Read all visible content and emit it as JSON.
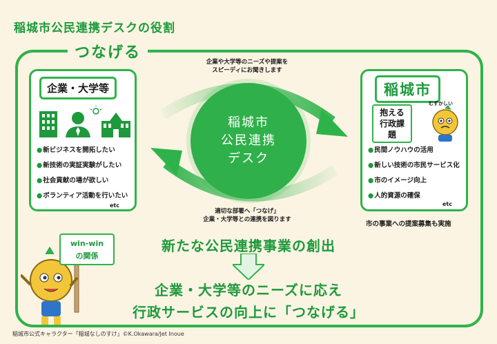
{
  "title": "稲城市公民連携デスクの役割",
  "frame_label": "つなげる",
  "left_panel": {
    "heading": "企業・大学等",
    "items": [
      "新ビジネスを開拓したい",
      "新技術の実証実験がしたい",
      "社会貢献の場が欲しい",
      "ボランティア活動を行いたい"
    ],
    "etc": "etc"
  },
  "right_panel": {
    "heading": "稲城市",
    "issues_label": [
      "抱える",
      "行政課題"
    ],
    "character_caption": "むずかしい",
    "items": [
      "民間ノウハウの活用",
      "新しい技術の市民サービス化",
      "市のイメージ向上",
      "人的資源の確保"
    ],
    "etc": "etc"
  },
  "center": {
    "lines": [
      "稲城市",
      "公民連携",
      "デスク"
    ],
    "top_note": [
      "企業や大学等のニーズや提案を",
      "スピーディにお聞きします"
    ],
    "bottom_note": [
      "適切な部署へ「つなげ」",
      "企業・大学等との連携を図ります"
    ]
  },
  "proposal_note": "市の事業への提案募集も実施",
  "headline": "新たな公民連携事業の創出",
  "result": [
    "企業・大学等のニーズに応え",
    "行政サービスの向上に「つなげる」"
  ],
  "sign": [
    "win-win",
    "の関係"
  ],
  "credit": "稲城市公式キャラクター「稲城なしのすけ」©K.Okawara/Jet Inoue",
  "colors": {
    "accent": "#2eb34a",
    "dark_accent": "#1e9a3c",
    "background": "#fbf4e3"
  }
}
